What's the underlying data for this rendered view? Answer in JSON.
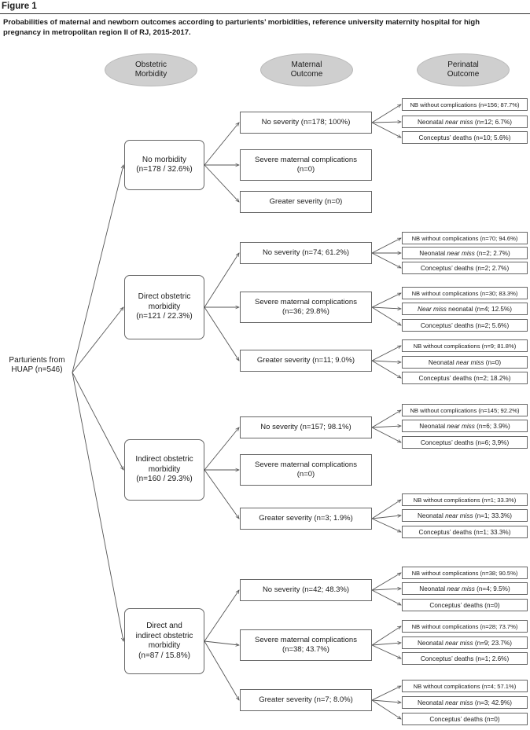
{
  "figure_label": "Figure 1",
  "caption_line1": "Probabilities of maternal and newborn outcomes according to parturients’ morbidities, reference university maternity hospital for high",
  "caption_line2": "pregnancy in metropolitan region II of RJ, 2015-2017.",
  "headers": {
    "morbidity": [
      "Obstetric",
      "Morbidity"
    ],
    "maternal": [
      "Maternal",
      "Outcome"
    ],
    "perinatal": [
      "Perinatal",
      "Outcome"
    ]
  },
  "root": [
    "Parturients from",
    "HUAP (n=546)"
  ],
  "groups": [
    {
      "morbidity": [
        "No morbidity",
        "(n=178 / 32.6%)"
      ],
      "outcomes": [
        {
          "label": [
            "No severity (n=178; 100%)"
          ],
          "perinatal": [
            {
              "pre": "NB without complications (n=156; 87.7%)"
            },
            {
              "pre": "Neonatal ",
              "em": "near miss",
              "post": " (n=12; 6.7%)"
            },
            {
              "pre": "Conceptus’ deaths (n=10; 5.6%)"
            }
          ]
        },
        {
          "label": [
            "Severe maternal complications",
            "(n=0)"
          ],
          "perinatal": []
        },
        {
          "label": [
            "Greater severity (n=0)"
          ],
          "perinatal": []
        }
      ]
    },
    {
      "morbidity": [
        "Direct obstetric",
        "morbidity",
        "(n=121 / 22.3%)"
      ],
      "outcomes": [
        {
          "label": [
            "No severity (n=74; 61.2%)"
          ],
          "perinatal": [
            {
              "pre": "NB without complications (n=70; 94.6%)"
            },
            {
              "pre": "Neonatal ",
              "em": "near miss",
              "post": " (n=2; 2.7%)"
            },
            {
              "pre": "Conceptus’ deaths (n=2; 2.7%)"
            }
          ]
        },
        {
          "label": [
            "Severe maternal complications",
            "(n=36; 29.8%)"
          ],
          "perinatal": [
            {
              "pre": "NB without complications (n=30; 83.3%)"
            },
            {
              "pre": "",
              "em": "Near miss",
              "post": " neonatal (n=4; 12.5%)"
            },
            {
              "pre": "Conceptus’ deaths (n=2; 5.6%)"
            }
          ]
        },
        {
          "label": [
            "Greater severity (n=11; 9.0%)"
          ],
          "perinatal": [
            {
              "pre": "NB without complications (n=9; 81.8%)"
            },
            {
              "pre": "Neonatal ",
              "em": "near miss",
              "post": " (n=0)"
            },
            {
              "pre": "Conceptus’ deaths (n=2; 18.2%)"
            }
          ]
        }
      ]
    },
    {
      "morbidity": [
        "Indirect obstetric",
        "morbidity",
        "(n=160 / 29.3%)"
      ],
      "outcomes": [
        {
          "label": [
            "No severity (n=157; 98.1%)"
          ],
          "perinatal": [
            {
              "pre": "NB without complications (n=145; 92.2%)"
            },
            {
              "pre": "Neonatal ",
              "em": "near miss",
              "post": " (n=6; 3.9%)"
            },
            {
              "pre": "Conceptus’ deaths (n=6; 3,9%)"
            }
          ]
        },
        {
          "label": [
            "Severe maternal complications",
            "(n=0)"
          ],
          "perinatal": []
        },
        {
          "label": [
            "Greater severity (n=3; 1.9%)"
          ],
          "perinatal": [
            {
              "pre": "NB without complications (n=1; 33.3%)"
            },
            {
              "pre": "Neonatal ",
              "em": "near miss",
              "post": " (n=1; 33.3%)"
            },
            {
              "pre": "Conceptus’ deaths (n=1; 33.3%)"
            }
          ]
        }
      ]
    },
    {
      "morbidity": [
        "Direct and",
        "indirect obstetric",
        "morbidity",
        "(n=87 / 15.8%)"
      ],
      "outcomes": [
        {
          "label": [
            "No severity (n=42; 48.3%)"
          ],
          "perinatal": [
            {
              "pre": "NB without complications (n=38; 90.5%)"
            },
            {
              "pre": "Neonatal ",
              "em": "near miss",
              "post": " (n=4; 9.5%)"
            },
            {
              "pre": "Conceptus’ deaths (n=0)"
            }
          ]
        },
        {
          "label": [
            "Severe maternal complications",
            "(n=38; 43.7%)"
          ],
          "perinatal": [
            {
              "pre": "NB without complications (n=28; 73.7%)"
            },
            {
              "pre": "Neonatal ",
              "em": "near miss",
              "post": " (n=9; 23.7%)"
            },
            {
              "pre": "Conceptus’ deaths (n=1; 2.6%)"
            }
          ]
        },
        {
          "label": [
            "Greater severity (n=7; 8.0%)"
          ],
          "perinatal": [
            {
              "pre": "NB without complications (n=4; 57.1%)"
            },
            {
              "pre": "Neonatal ",
              "em": "near miss",
              "post": " (n=3; 42.9%)"
            },
            {
              "pre": "Conceptus’ deaths (n=0)"
            }
          ]
        }
      ]
    }
  ]
}
